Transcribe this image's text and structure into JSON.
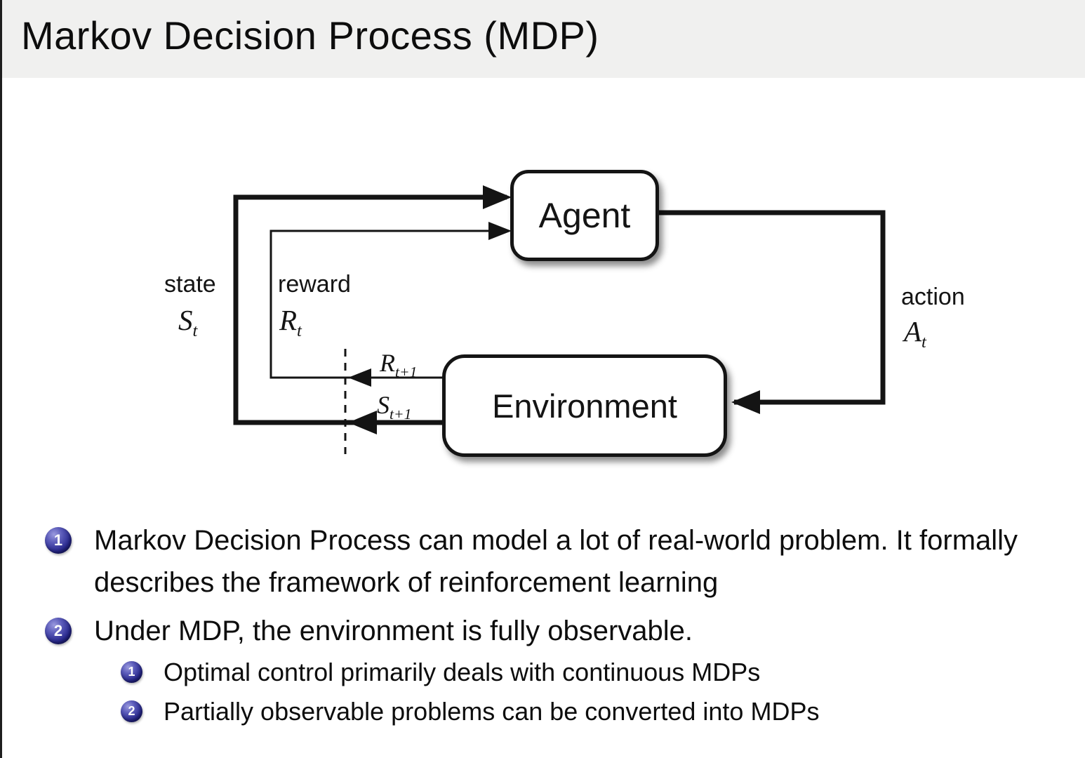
{
  "slide": {
    "title": "Markov Decision Process (MDP)"
  },
  "diagram": {
    "agent_label": "Agent",
    "environment_label": "Environment",
    "state_label": "state",
    "reward_label": "reward",
    "action_label": "action",
    "symbols": {
      "state": {
        "main": "S",
        "sub": "t"
      },
      "reward": {
        "main": "R",
        "sub": "t"
      },
      "action": {
        "main": "A",
        "sub": "t"
      },
      "next_reward": {
        "main": "R",
        "sub": "t+1"
      },
      "next_state": {
        "main": "S",
        "sub": "t+1"
      }
    }
  },
  "bullets": {
    "items": [
      {
        "number": "1",
        "text": "Markov Decision Process can model a lot of real-world problem. It formally describes the framework of reinforcement learning"
      },
      {
        "number": "2",
        "text": "Under MDP, the environment is fully observable.",
        "subitems": [
          {
            "number": "1",
            "text": "Optimal control primarily deals with continuous MDPs"
          },
          {
            "number": "2",
            "text": "Partially observable problems can be converted into MDPs"
          }
        ]
      }
    ]
  },
  "colors": {
    "header_bg": "#f0f0ef",
    "bullet_ball": "#26268c",
    "diagram_line": "#141414",
    "text": "#0d0d0d"
  }
}
